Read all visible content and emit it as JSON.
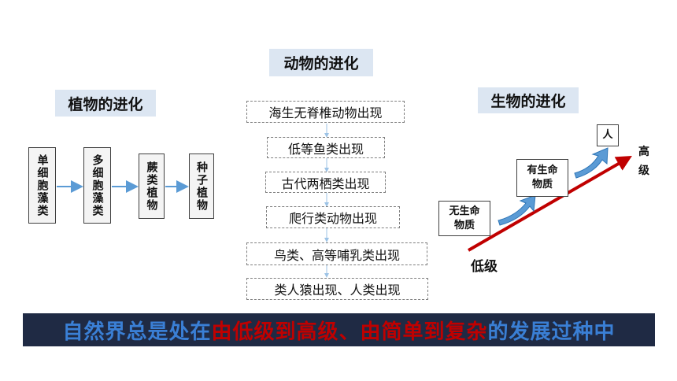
{
  "plant": {
    "title": "植物的进化",
    "stages": [
      "单细胞藻类",
      "多细胞藻类",
      "蕨类植物",
      "种子植物"
    ]
  },
  "animal": {
    "title": "动物的进化",
    "stages": [
      "海生无脊椎动物出现",
      "低等鱼类出现",
      "古代两栖类出现",
      "爬行类动物出现",
      "鸟类、高等哺乳类出现",
      "类人猿出现、人类出现"
    ]
  },
  "life": {
    "title": "生物的进化",
    "nonliving": "无生命\n物质",
    "living": "有生命\n物质",
    "human": "人",
    "low_label": "低级",
    "high_label": "高\n级"
  },
  "banner": {
    "part1": "自然界总是处在",
    "part2": "由低级到高级、由简单到复杂",
    "part3": "的发展过种中"
  },
  "colors": {
    "arrow_blue": "#5b9bd5",
    "red_arrow": "#c00000",
    "banner_bg": "#1f2a44",
    "banner_blue": "#3a7fd5",
    "banner_red": "#c00000"
  }
}
